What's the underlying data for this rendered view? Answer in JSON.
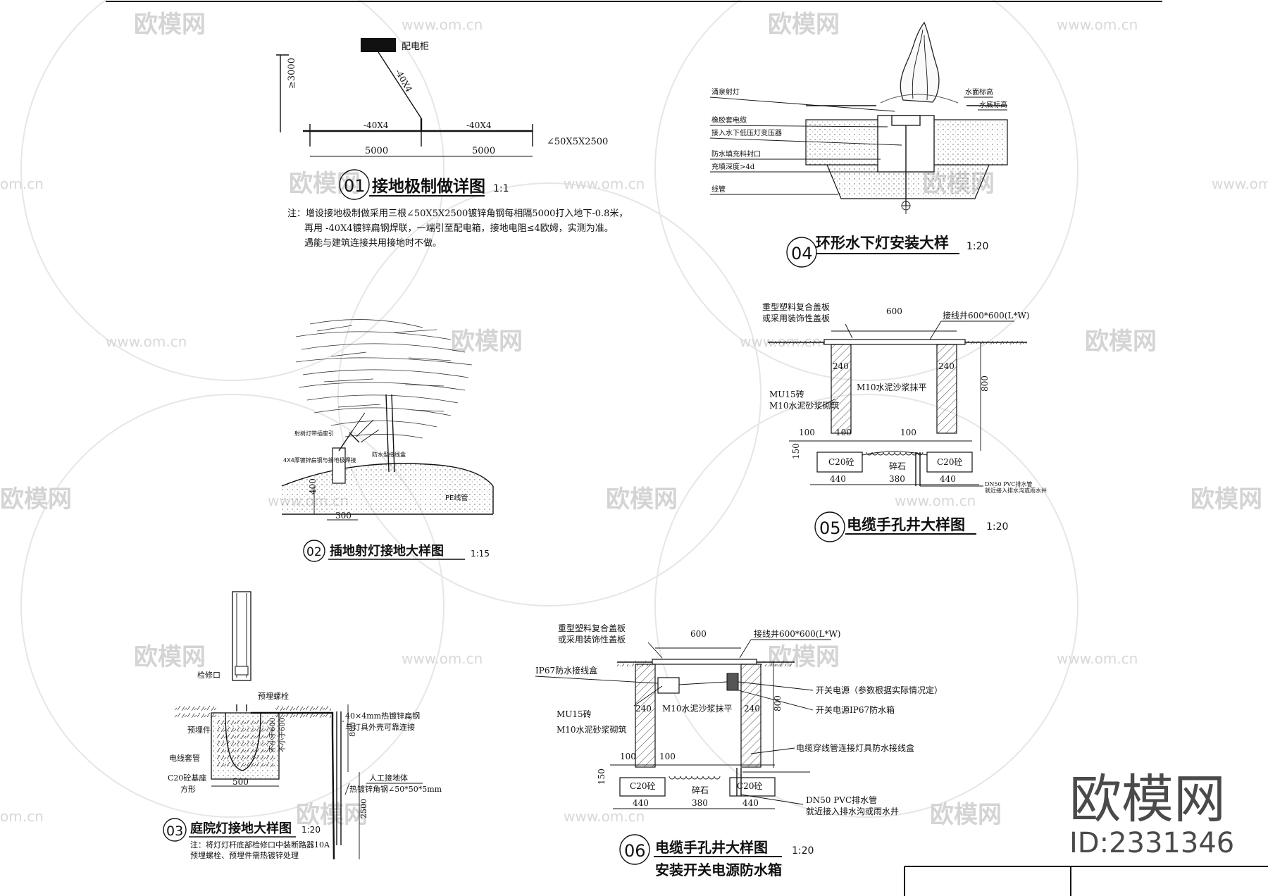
{
  "watermark": {
    "brand": "欧模网",
    "url": "www.om.cn",
    "url_short": "om.cn",
    "id_text": "ID:2331346"
  },
  "d01": {
    "num": "01",
    "title": "接地极制做详图",
    "scale": "1:1",
    "cabinet": "配电柜",
    "steel_diag": "-40X4",
    "steel_1": "-40X4",
    "steel_2": "-40X4",
    "height": "≥3000",
    "dim_1": "5000",
    "dim_2": "5000",
    "angle": "∠50X5X2500",
    "note_1": "注：增设接地极制做采用三根∠50X5X2500镀锌角钢每相隔5000打入地下-0.8米，",
    "note_2": "再用 -40X4镀锌扁钢焊联，一端引至配电箱，接地电阻≤4欧姆，实测为准。",
    "note_3": "遇能与建筑连接共用接地时不做。"
  },
  "d02": {
    "num": "02",
    "title": "插地射灯接地大样图",
    "scale": "1:15",
    "label_1": "射树灯带插座引",
    "label_2": "4X4厚镀锌扁钢与接地极焊接",
    "label_3": "防水型接线盒",
    "pe": "PE线管",
    "dim_h": "400",
    "dim_w": "300"
  },
  "d03": {
    "num": "03",
    "title": "庭院灯接地大样图",
    "scale": "1:20",
    "label_1": "检修口",
    "label_2": "预埋螺栓",
    "label_3": "预埋件",
    "label_4": "电线套管",
    "label_5": "C20砼基座",
    "label_6": "方形",
    "label_7": "40×4mm热镀锌扁钢",
    "label_8": "与灯具外壳可靠连接",
    "label_9": "人工接地体",
    "label_10": "热镀锌角钢∠50*50*5mm",
    "label_11": "不小于600",
    "label_12": "不小于600",
    "dim_w": "500",
    "dim_800": "800",
    "dim_2500": "2500",
    "note_1": "注：将灯灯杆底部检修口中装断路器10A",
    "note_2": "预埋螺栓、预埋件需热镀锌处理"
  },
  "d04": {
    "num": "04",
    "title": "环形水下灯安装大样",
    "scale": "1:20",
    "label_1": "涌泉射灯",
    "label_2": "橡胶套电缆",
    "label_3": "接入水下低压灯变压器",
    "label_4": "防水填充料封口",
    "label_5": "充填深度>4d",
    "label_6": "线管",
    "label_7": "水面标高",
    "label_8": "水底标高"
  },
  "d05": {
    "num": "05",
    "title": "电缆手孔井大样图",
    "scale": "1:20",
    "label_1": "重型塑料复合盖板",
    "label_2": "或采用装饰性盖板",
    "label_3": "接线井600*600(L*W)",
    "label_4": "MU15砖",
    "label_5": "M10水泥砂浆砌筑",
    "label_6": "M10水泥沙浆抹平",
    "label_7": "C20砼",
    "label_8": "C20砼",
    "label_9": "碎石",
    "label_10": "DN50 PVC排水管",
    "label_11": "就近接入排水沟或雨水井",
    "dim_600": "600",
    "dim_240a": "240",
    "dim_240b": "240",
    "dim_800": "800",
    "dim_100a": "100",
    "dim_100b": "100",
    "dim_100c": "100",
    "dim_150": "150",
    "dim_440a": "440",
    "dim_380": "380",
    "dim_440b": "440"
  },
  "d06": {
    "num": "06",
    "title": "电缆手孔井大样图",
    "subtitle": "安装开关电源防水箱",
    "scale": "1:20",
    "label_1": "重型塑料复合盖板",
    "label_2": "或采用装饰性盖板",
    "label_3": "接线井600*600(L*W)",
    "label_4": "IP67防水接线盒",
    "label_5": "开关电源（参数根据实际情况定）",
    "label_6": "开关电源IP67防水箱",
    "label_7": "MU15砖",
    "label_8": "M10水泥砂浆砌筑",
    "label_9": "M10水泥沙浆抹平",
    "label_10": "电缆穿线管连接灯具防水接线盒",
    "label_11": "C20砼",
    "label_12": "C20砼",
    "label_13": "碎石",
    "label_14": "DN50 PVC排水管",
    "label_15": "就近接入排水沟或雨水井",
    "dim_600": "600",
    "dim_240a": "240",
    "dim_240b": "240",
    "dim_800": "800",
    "dim_100a": "100",
    "dim_100b": "100",
    "dim_150": "150",
    "dim_440a": "440",
    "dim_380": "380",
    "dim_440b": "440"
  }
}
